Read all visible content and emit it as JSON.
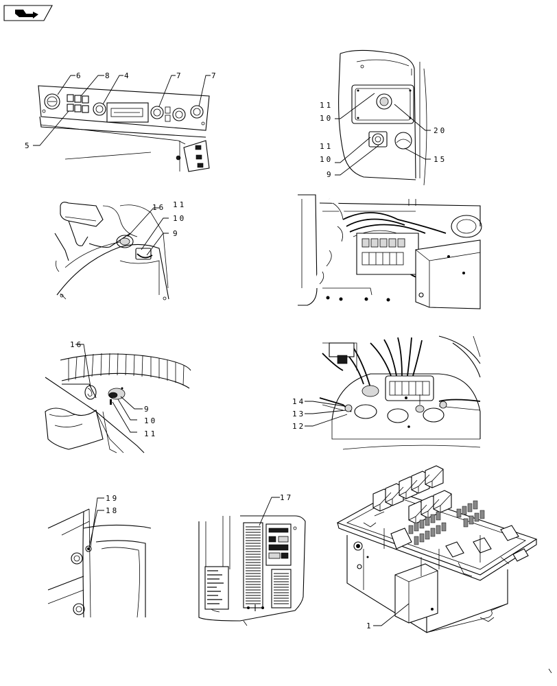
{
  "nav_icon": "book-arrow-icon",
  "callouts": [
    {
      "id": "c-6",
      "text": "6"
    },
    {
      "id": "c-8",
      "text": "8"
    },
    {
      "id": "c-4",
      "text": "4"
    },
    {
      "id": "c-7a",
      "text": "7"
    },
    {
      "id": "c-7b",
      "text": "7"
    },
    {
      "id": "c-5",
      "text": "5"
    },
    {
      "id": "c-11a",
      "text": "11"
    },
    {
      "id": "c-10a",
      "text": "10"
    },
    {
      "id": "c-11b",
      "text": "11"
    },
    {
      "id": "c-10b",
      "text": "10"
    },
    {
      "id": "c-9a",
      "text": "9"
    },
    {
      "id": "c-20",
      "text": "20"
    },
    {
      "id": "c-15",
      "text": "15"
    },
    {
      "id": "c-16a",
      "text": "16"
    },
    {
      "id": "c-11c",
      "text": "11"
    },
    {
      "id": "c-10c",
      "text": "10"
    },
    {
      "id": "c-9b",
      "text": "9"
    },
    {
      "id": "c-16b",
      "text": "16"
    },
    {
      "id": "c-9c",
      "text": "9"
    },
    {
      "id": "c-10d",
      "text": "10"
    },
    {
      "id": "c-11d",
      "text": "11"
    },
    {
      "id": "c-14",
      "text": "14"
    },
    {
      "id": "c-13",
      "text": "13"
    },
    {
      "id": "c-12",
      "text": "12"
    },
    {
      "id": "c-19",
      "text": "19"
    },
    {
      "id": "c-18",
      "text": "18"
    },
    {
      "id": "c-17",
      "text": "17"
    },
    {
      "id": "c-1",
      "text": "1"
    }
  ]
}
